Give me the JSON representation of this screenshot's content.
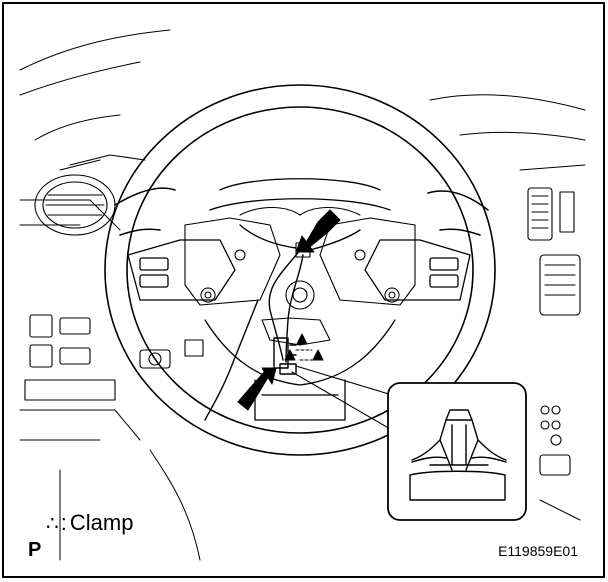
{
  "legend": {
    "symbol": "∴",
    "separator": ":",
    "label": "Clamp"
  },
  "view_mark": "P",
  "figure_code": "E119859E01",
  "colors": {
    "line": "#000000",
    "background": "#ffffff",
    "arrow": "#000000"
  },
  "icons": [
    "clamp-symbol-icon",
    "pointer-arrow-icon"
  ]
}
